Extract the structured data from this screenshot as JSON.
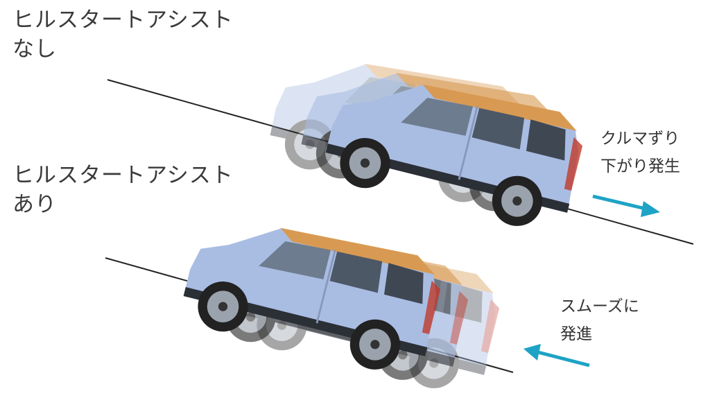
{
  "without_assist": {
    "line1": "ヒルスタートアシスト",
    "line2": "なし",
    "note_line1": "クルマずり",
    "note_line2": "下がり発生"
  },
  "with_assist": {
    "line1": "ヒルスタートアシスト",
    "line2": "あり",
    "note_line1": "スムーズに",
    "note_line2": "発進"
  },
  "colors": {
    "arrow": "#1ea3c6",
    "body": "#a9bde3",
    "roof": "#d89a52",
    "slope": "#222222"
  },
  "icons": {
    "arrow_top": "arrow-down-right-icon",
    "arrow_bottom": "arrow-up-left-icon"
  }
}
